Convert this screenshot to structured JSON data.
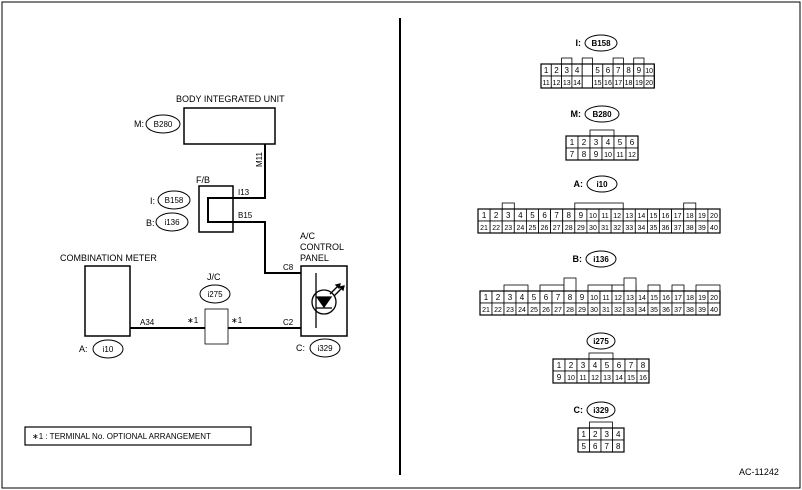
{
  "left": {
    "body_integrated_unit": {
      "title": "BODY INTEGRATED UNIT",
      "prefix": "M:",
      "connector": "B280",
      "terminal": "M11"
    },
    "fb": {
      "title": "F/B",
      "prefix_i": "I:",
      "connector_i": "B158",
      "terminal_i": "I13",
      "prefix_b": "B:",
      "connector_b": "i136",
      "terminal_b": "B15"
    },
    "ac_control_panel": {
      "title_lines": [
        "A/C",
        "CONTROL",
        "PANEL"
      ],
      "terminal_c8": "C8",
      "terminal_c2": "C2",
      "prefix": "C:",
      "connector": "i329"
    },
    "combination_meter": {
      "title": "COMBINATION METER",
      "terminal": "A34",
      "prefix": "A:",
      "connector": "i10"
    },
    "jc": {
      "title": "J/C",
      "connector": "i275",
      "star_left": "∗1",
      "star_right": "∗1"
    },
    "note": "∗1  : TERMINAL No. OPTIONAL ARRANGEMENT"
  },
  "right": {
    "connectors": [
      {
        "prefix": "I:",
        "name": "B158",
        "rows": [
          [
            "1",
            "2",
            "3",
            "4",
            "",
            "5",
            "6",
            "7",
            "8",
            "9",
            "10"
          ],
          [
            "11",
            "12",
            "13",
            "14",
            "",
            "15",
            "16",
            "17",
            "18",
            "19",
            "20"
          ]
        ]
      },
      {
        "prefix": "M:",
        "name": "B280",
        "rows": [
          [
            "1",
            "2",
            "3",
            "4",
            "5",
            "6"
          ],
          [
            "7",
            "8",
            "9",
            "10",
            "11",
            "12"
          ]
        ]
      },
      {
        "prefix": "A:",
        "name": "i10",
        "rows": [
          [
            "1",
            "2",
            "3",
            "4",
            "5",
            "6",
            "7",
            "8",
            "9",
            "10",
            "11",
            "12",
            "13",
            "14",
            "15",
            "16",
            "17",
            "18",
            "19",
            "20"
          ],
          [
            "21",
            "22",
            "23",
            "24",
            "25",
            "26",
            "27",
            "28",
            "29",
            "30",
            "31",
            "32",
            "33",
            "34",
            "35",
            "36",
            "37",
            "38",
            "39",
            "40"
          ]
        ]
      },
      {
        "prefix": "B:",
        "name": "i136",
        "rows": [
          [
            "1",
            "2",
            "3",
            "4",
            "5",
            "6",
            "7",
            "8",
            "9",
            "10",
            "11",
            "12",
            "13",
            "14",
            "15",
            "16",
            "17",
            "18",
            "19",
            "20"
          ],
          [
            "21",
            "22",
            "23",
            "24",
            "25",
            "26",
            "27",
            "28",
            "29",
            "30",
            "31",
            "32",
            "33",
            "34",
            "35",
            "36",
            "37",
            "38",
            "39",
            "40"
          ]
        ]
      },
      {
        "prefix": "",
        "name": "i275",
        "rows": [
          [
            "1",
            "2",
            "3",
            "4",
            "5",
            "6",
            "7",
            "8"
          ],
          [
            "9",
            "10",
            "11",
            "12",
            "13",
            "14",
            "15",
            "16"
          ]
        ]
      },
      {
        "prefix": "C:",
        "name": "i329",
        "rows": [
          [
            "1",
            "2",
            "3",
            "4"
          ],
          [
            "5",
            "6",
            "7",
            "8"
          ]
        ]
      }
    ]
  },
  "code": "AC-11242"
}
